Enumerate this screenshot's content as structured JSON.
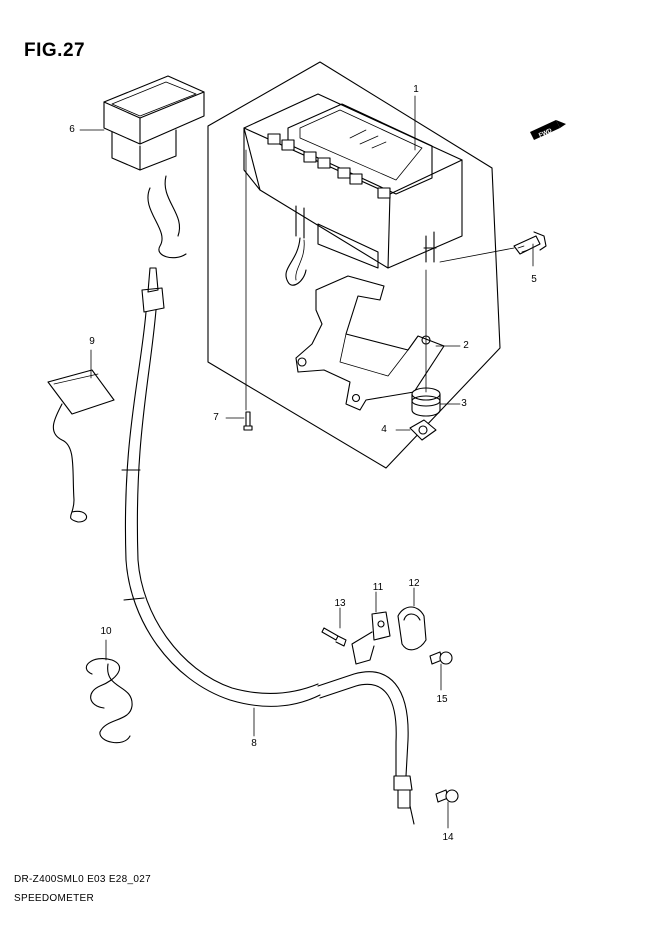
{
  "figure": {
    "title": "FIG.27",
    "code": "DR-Z400SML0 E03 E28_027",
    "name": "SPEEDOMETER",
    "fwd_badge": "FWD"
  },
  "callouts": [
    {
      "id": "1",
      "label": "1"
    },
    {
      "id": "2",
      "label": "2"
    },
    {
      "id": "3",
      "label": "3"
    },
    {
      "id": "4",
      "label": "4"
    },
    {
      "id": "5",
      "label": "5"
    },
    {
      "id": "6",
      "label": "6"
    },
    {
      "id": "7",
      "label": "7"
    },
    {
      "id": "8",
      "label": "8"
    },
    {
      "id": "9",
      "label": "9"
    },
    {
      "id": "10",
      "label": "10"
    },
    {
      "id": "11",
      "label": "11"
    },
    {
      "id": "12",
      "label": "12"
    },
    {
      "id": "13",
      "label": "13"
    },
    {
      "id": "14",
      "label": "14"
    },
    {
      "id": "15",
      "label": "15"
    }
  ]
}
